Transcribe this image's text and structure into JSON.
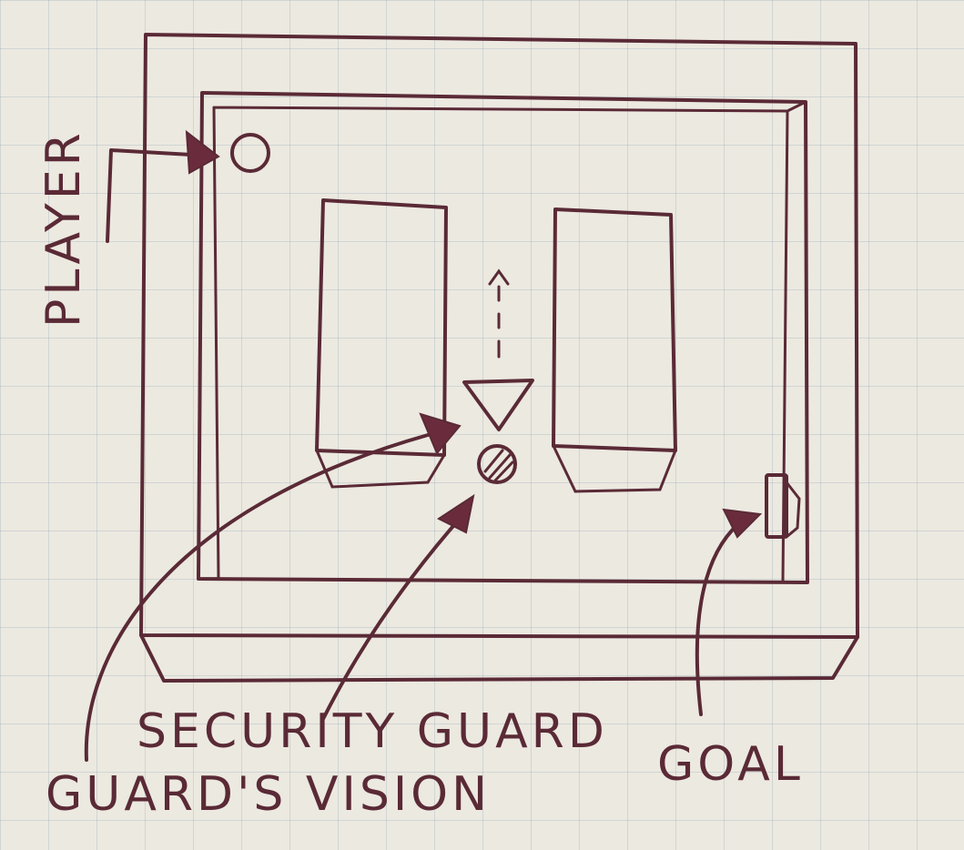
{
  "labels": {
    "player": "PLAYER",
    "security_guard": "SECURITY GUARD",
    "guards_vision": "GUARD'S VISION",
    "goal": "GOAL"
  },
  "colors": {
    "ink": "#5a2a36",
    "paper": "#ece9e0",
    "grid": "#8aa0b8"
  }
}
